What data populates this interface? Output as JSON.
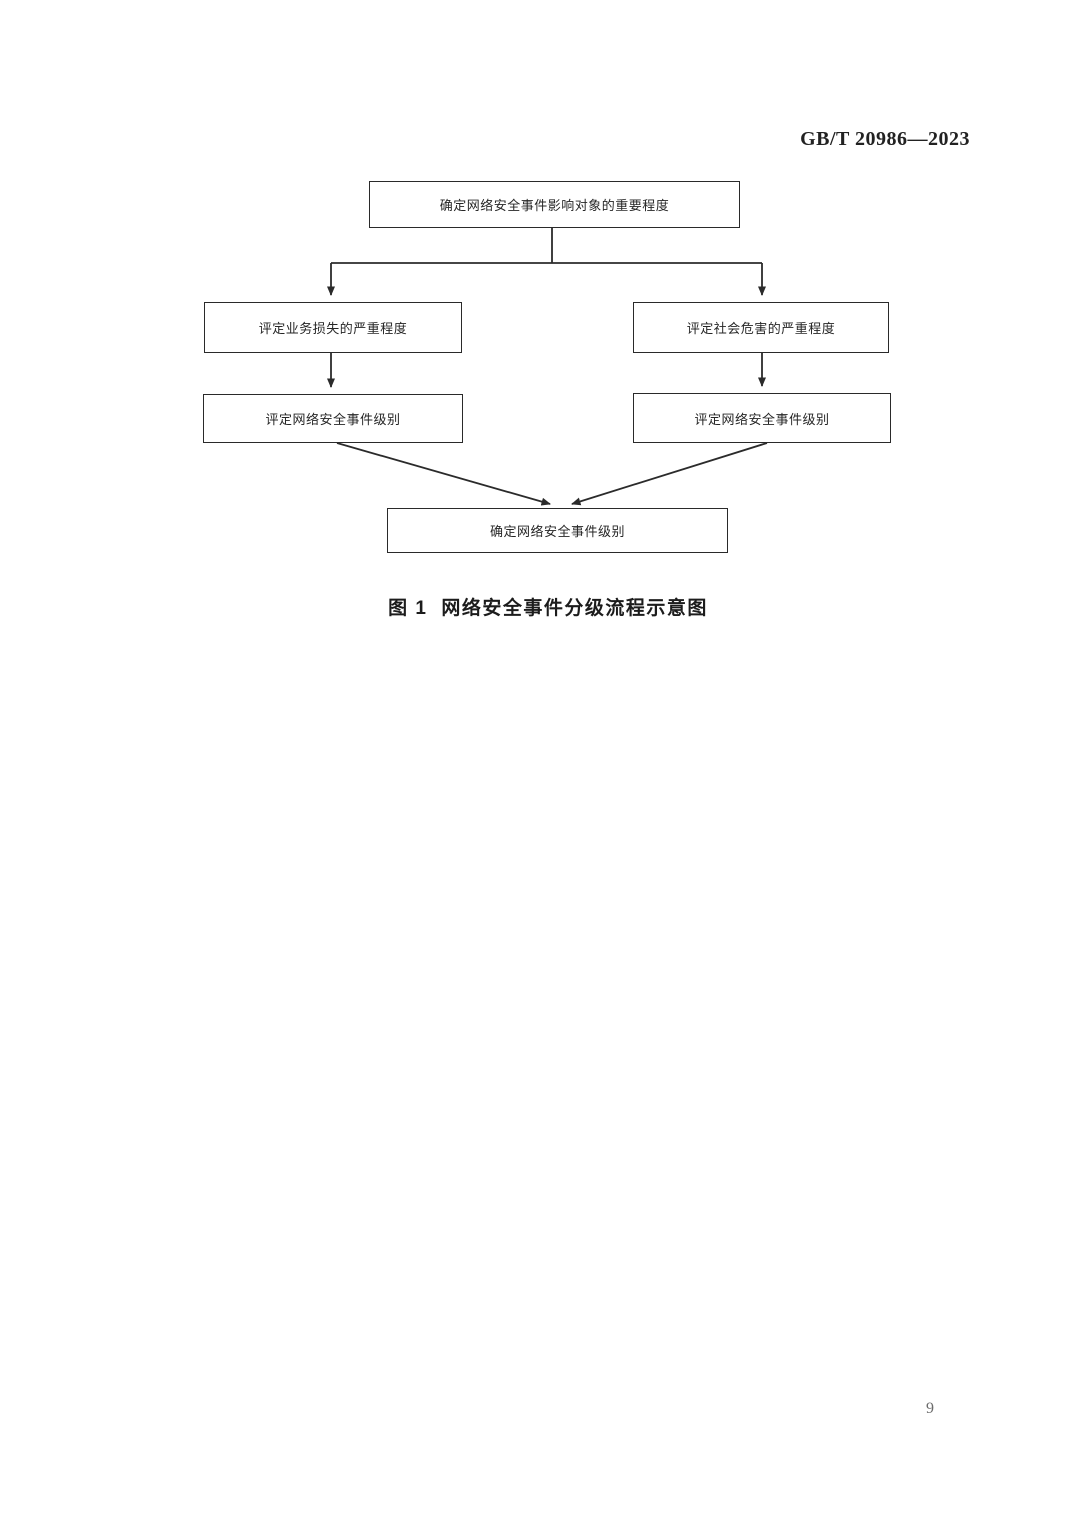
{
  "header": {
    "standard_number": "GB/T 20986—2023"
  },
  "flowchart": {
    "nodes": {
      "top": "确定网络安全事件影响对象的重要程度",
      "mid_left": "评定业务损失的严重程度",
      "mid_right": "评定社会危害的严重程度",
      "low_left": "评定网络安全事件级别",
      "low_right": "评定网络安全事件级别",
      "bottom": "确定网络安全事件级别"
    },
    "edges": [
      [
        "top",
        "mid_left"
      ],
      [
        "top",
        "mid_right"
      ],
      [
        "mid_left",
        "low_left"
      ],
      [
        "mid_right",
        "low_right"
      ],
      [
        "low_left",
        "bottom"
      ],
      [
        "low_right",
        "bottom"
      ]
    ]
  },
  "figure": {
    "caption_label": "图 1",
    "caption_title": "网络安全事件分级流程示意图"
  },
  "footer": {
    "page_number": "9"
  },
  "colors": {
    "background": "#ffffff",
    "line": "#2b2b2b",
    "box_border": "#2a2a2a",
    "text": "#262626",
    "page_number_text": "#6b6b6b"
  }
}
